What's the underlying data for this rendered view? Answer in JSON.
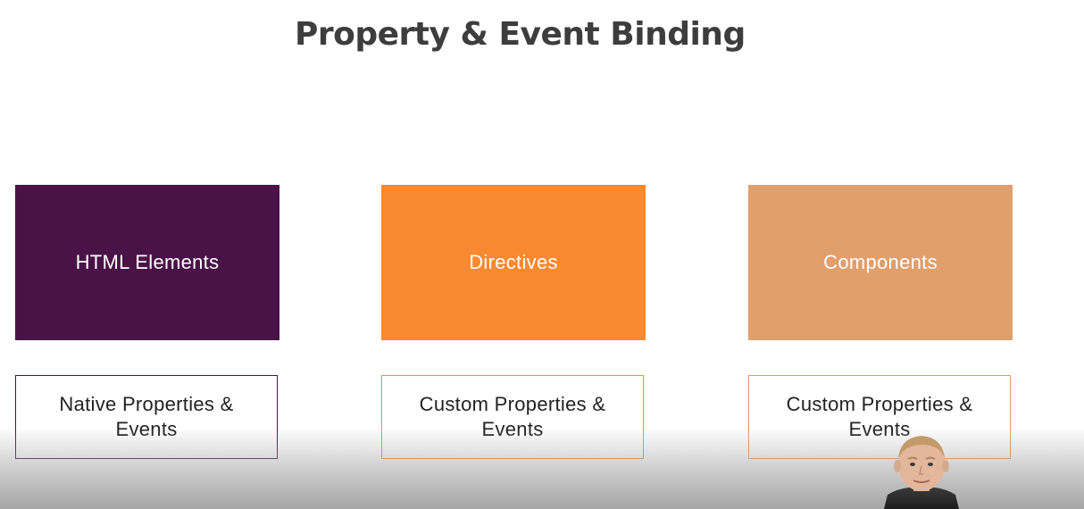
{
  "slide": {
    "title": "Property & Event Binding",
    "columns": [
      {
        "tile_label": "HTML Elements",
        "tile_color": "#4a1347",
        "detail_label": "Native Properties & Events"
      },
      {
        "tile_label": "Directives",
        "tile_color": "#fb8930",
        "detail_label": "Custom Properties & Events"
      },
      {
        "tile_label": "Components",
        "tile_color": "#e19f6c",
        "detail_label": "Custom Properties & Events"
      }
    ]
  },
  "overlay": {
    "presenter_icon": "presenter-webcam-avatar"
  }
}
